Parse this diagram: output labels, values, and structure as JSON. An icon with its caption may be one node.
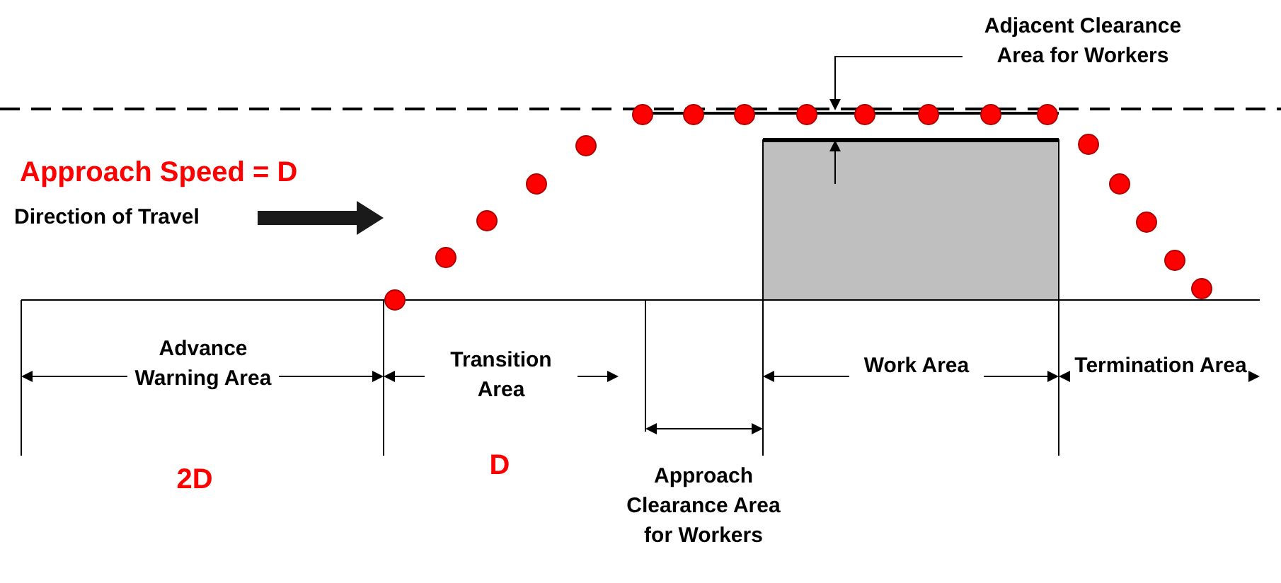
{
  "diagram": {
    "labels": [
      "Adjacent Clearance Area for Workers",
      "Approach Speed = D",
      "Direction of Travel",
      "Advance Warning Area",
      "Transition Area",
      "Work Area",
      "Termination Area",
      "2D",
      "D",
      "Approach Clearance Area for Workers"
    ]
  }
}
